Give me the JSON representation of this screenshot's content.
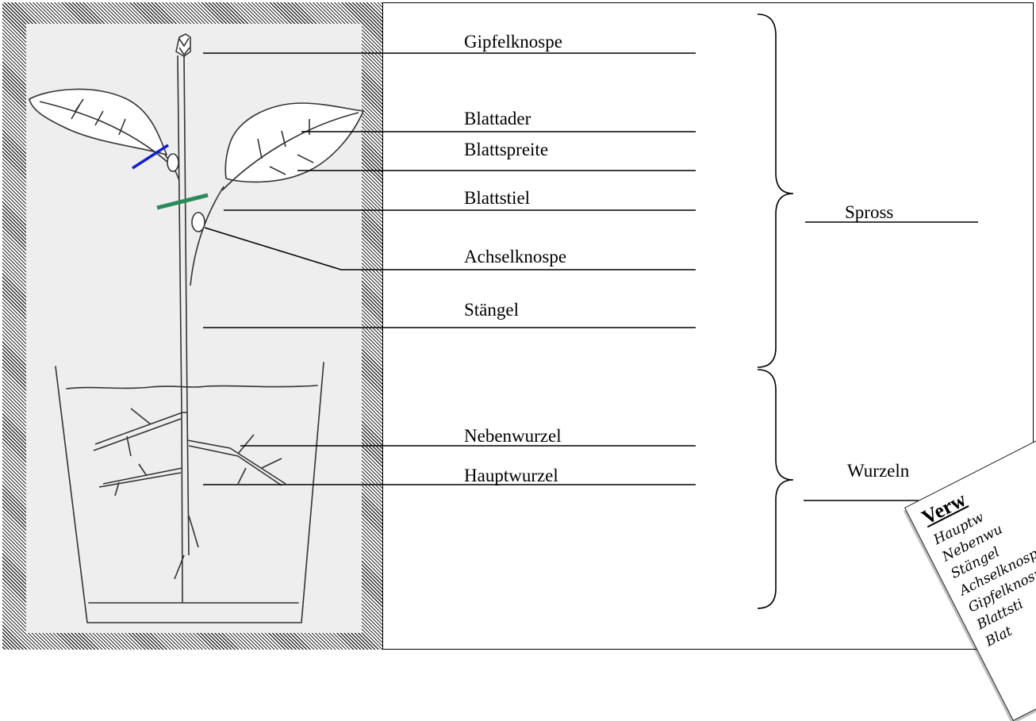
{
  "parts": {
    "gipfelknospe": "Gipfelknospe",
    "blattader": "Blattader",
    "blattspreite": "Blattspreite",
    "blattstiel": "Blattstiel",
    "achselknospe": "Achselknospe",
    "staengel": "Stängel",
    "nebenwurzel": "Nebenwurzel",
    "hauptwurzel": "Hauptwurzel"
  },
  "groups": {
    "spross": "Spross",
    "wurzeln": "Wurzeln"
  },
  "card": {
    "title": "Verw",
    "items": [
      "Hauptw",
      "Nebenwu",
      "Stängel",
      "Achselknospe",
      "Gipfelknospe",
      "Blattsti",
      "Blat"
    ]
  },
  "colors": {
    "cut_mark_blue": "#1020d0",
    "cut_mark_green": "#2a8a58"
  }
}
